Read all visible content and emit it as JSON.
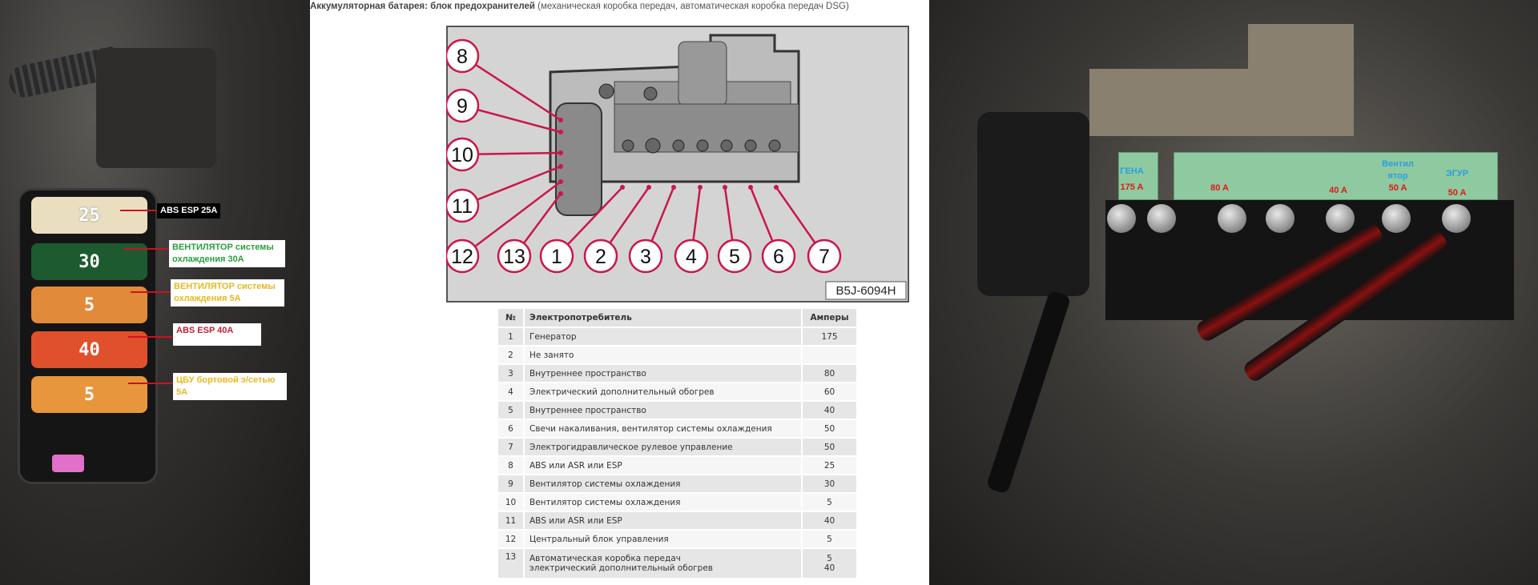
{
  "left_photo": {
    "fuses": [
      {
        "rating": "25",
        "color": "#e9dfc0",
        "label": "ABS  ESP  25A",
        "label_color": "#ffffff",
        "label_bg": "#000000"
      },
      {
        "rating": "30",
        "color": "#1e5a30",
        "label_line1": "ВЕНТИЛЯТОР системы",
        "label_line2": "охлаждения   30А",
        "label_color": "#2aa040"
      },
      {
        "rating": "5",
        "color": "#e08a3a",
        "label_line1": "ВЕНТИЛЯТОР системы",
        "label_line2": "охлаждения  5А",
        "label_color": "#e8b820"
      },
      {
        "rating": "40",
        "color": "#e0502c",
        "label": "ABS  ESP  40А",
        "label_color": "#c0203a"
      },
      {
        "rating": "5",
        "color": "#e8963e",
        "label_line1": "ЦБУ бортовой э/сетью",
        "label_line2": "5А",
        "label_color": "#e8b820"
      }
    ]
  },
  "center": {
    "title_bold": "Аккумуляторная батарея: блок предохранителей",
    "title_rest": " (механическая коробка передач, автоматическая коробка передач DSG)",
    "diagram": {
      "callouts": [
        "8",
        "9",
        "10",
        "11",
        "12",
        "13",
        "1",
        "2",
        "3",
        "4",
        "5",
        "6",
        "7"
      ],
      "code": "B5J-6094H",
      "accent": "#c8184a"
    },
    "table": {
      "headers": [
        "№",
        "Электропотребитель",
        "Амперы"
      ],
      "rows": [
        {
          "n": "1",
          "name": "Генератор",
          "amps": "175"
        },
        {
          "n": "2",
          "name": "Не занято",
          "amps": ""
        },
        {
          "n": "3",
          "name": "Внутреннее пространство",
          "amps": "80"
        },
        {
          "n": "4",
          "name": "Электрический дополнительный обогрев",
          "amps": "60"
        },
        {
          "n": "5",
          "name": "Внутреннее пространство",
          "amps": "40"
        },
        {
          "n": "6",
          "name": "Свечи накаливания, вентилятор системы охлаждения",
          "amps": "50"
        },
        {
          "n": "7",
          "name": "Электрогидравлическое рулевое управление",
          "amps": "50"
        },
        {
          "n": "8",
          "name": "ABS или ASR или ESP",
          "amps": "25"
        },
        {
          "n": "9",
          "name": "Вентилятор системы охлаждения",
          "amps": "30"
        },
        {
          "n": "10",
          "name": "Вентилятор системы охлаждения",
          "amps": "5"
        },
        {
          "n": "11",
          "name": "ABS или ASR или ESP",
          "amps": "40"
        },
        {
          "n": "12",
          "name": "Центральный блок управления",
          "amps": "5"
        },
        {
          "n": "13",
          "name": "Автоматическая коробка передач",
          "name2": "электрический дополнительный обогрев",
          "amps": "5",
          "amps2": "40"
        }
      ]
    }
  },
  "right_photo": {
    "labels": [
      {
        "name": "ГЕНА",
        "amps": "175 A"
      },
      {
        "name": "",
        "amps": "80 A"
      },
      {
        "name": "",
        "amps": "40 A"
      },
      {
        "name": "Вентил",
        "name2": "ятор",
        "amps": "50 A"
      },
      {
        "name": "ЭГУР",
        "amps": "50 A"
      }
    ]
  }
}
